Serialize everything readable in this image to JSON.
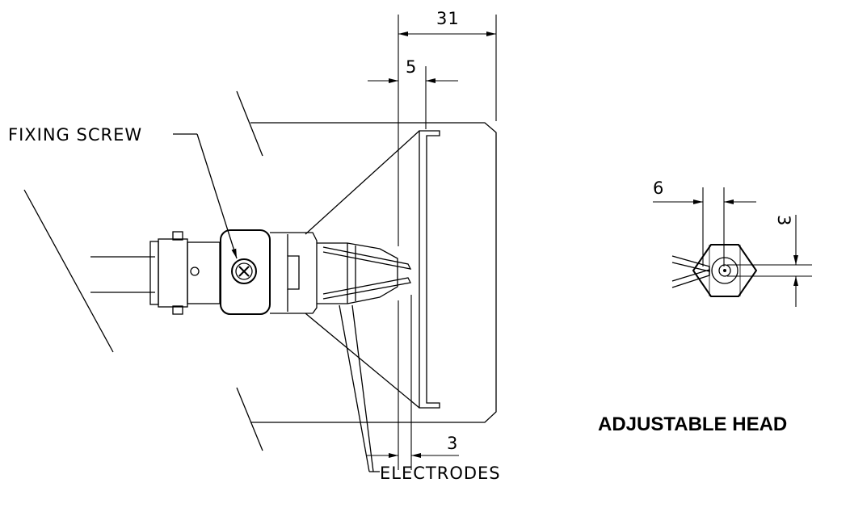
{
  "labels": {
    "fixing_screw": "FIXING SCREW",
    "electrodes": "ELECTRODES",
    "adjustable_head": "ADJUSTABLE HEAD"
  },
  "dimensions": {
    "d31": "31",
    "d5": "5",
    "d3_bottom": "3",
    "d6": "6",
    "d3_side": "3"
  }
}
